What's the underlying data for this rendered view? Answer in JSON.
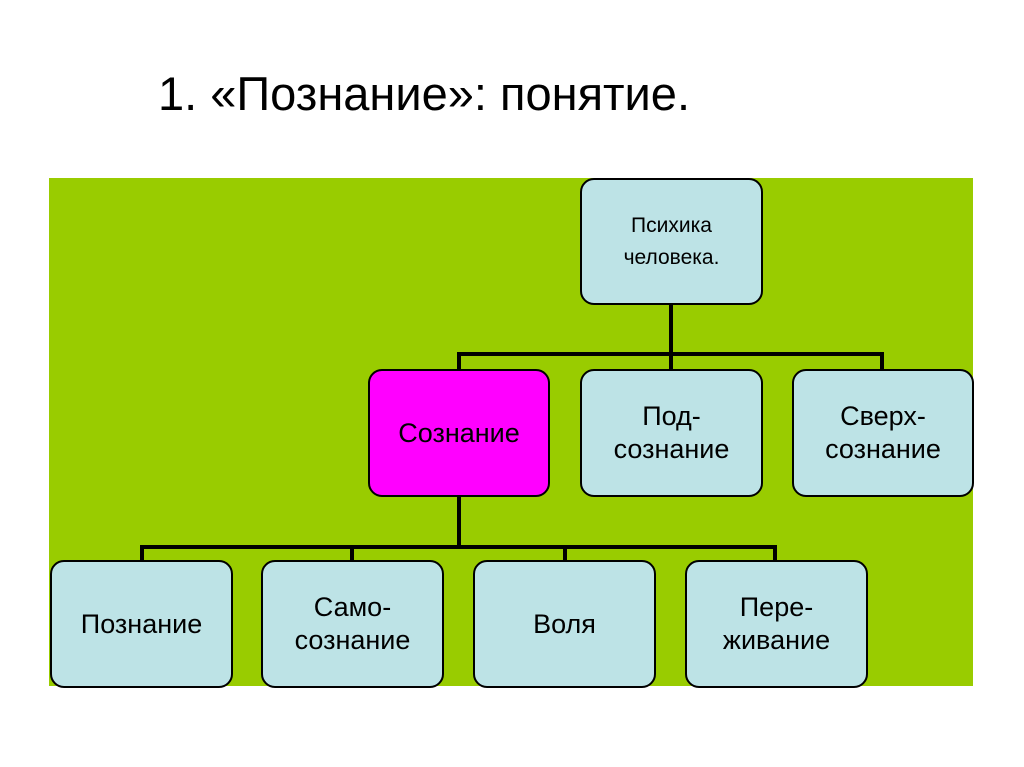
{
  "slide": {
    "title": "1. «Познание»: понятие."
  },
  "colors": {
    "panel_background": "#99cc00",
    "node_fill": "#bde3e6",
    "highlight_fill": "#ff00ff",
    "connector": "#000000"
  },
  "diagram": {
    "root": {
      "label": "Психика\nчеловека."
    },
    "level2": [
      {
        "label": "Сознание"
      },
      {
        "label": "Под-\nсознание"
      },
      {
        "label": "Сверх-\nсознание"
      }
    ],
    "level3": [
      {
        "label": "Познание"
      },
      {
        "label": "Само-\nсознание"
      },
      {
        "label": "Воля"
      },
      {
        "label": "Пере-\nживание"
      }
    ]
  }
}
